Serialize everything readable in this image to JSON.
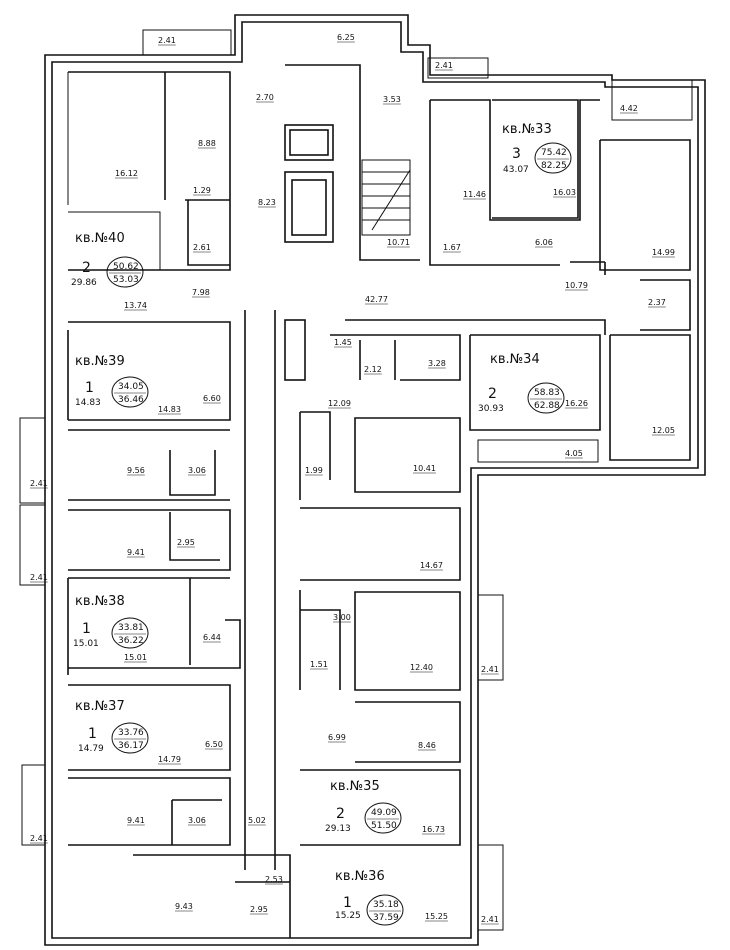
{
  "apartments": [
    {
      "title": "кв.№33",
      "rooms": "3",
      "living": "43.07",
      "total": "75.42",
      "total2": "82.25"
    },
    {
      "title": "кв.№40",
      "rooms": "2",
      "living": "29.86",
      "total": "50.62",
      "total2": "53.03"
    },
    {
      "title": "кв.№39",
      "rooms": "1",
      "living": "14.83",
      "total": "34.05",
      "total2": "36.46"
    },
    {
      "title": "кв.№34",
      "rooms": "2",
      "living": "30.93",
      "total": "58.83",
      "total2": "62.88"
    },
    {
      "title": "кв.№38",
      "rooms": "1",
      "living": "15.01",
      "total": "33.81",
      "total2": "36.22"
    },
    {
      "title": "кв.№37",
      "rooms": "1",
      "living": "14.79",
      "total": "33.76",
      "total2": "36.17"
    },
    {
      "title": "кв.№35",
      "rooms": "2",
      "living": "29.13",
      "total": "49.09",
      "total2": "51.50"
    },
    {
      "title": "кв.№36",
      "rooms": "1",
      "living": "15.25",
      "total": "35.18",
      "total2": "37.59"
    }
  ],
  "areas": [
    "2.41",
    "6.25",
    "2.41",
    "2.70",
    "3.53",
    "4.42",
    "8.88",
    "16.12",
    "1.29",
    "8.23",
    "11.46",
    "16.03",
    "2.61",
    "10.71",
    "1.67",
    "6.06",
    "14.99",
    "13.74",
    "7.98",
    "10.79",
    "42.77",
    "2.37",
    "1.45",
    "2.12",
    "3.28",
    "6.60",
    "14.83",
    "12.09",
    "16.26",
    "12.05",
    "4.05",
    "9.56",
    "3.06",
    "1.99",
    "10.41",
    "2.41",
    "9.41",
    "2.95",
    "14.67",
    "2.41",
    "3.00",
    "6.44",
    "15.01",
    "12.40",
    "1.51",
    "2.41",
    "6.50",
    "14.79",
    "6.99",
    "8.46",
    "9.41",
    "3.06",
    "5.02",
    "16.73",
    "2.41",
    "2.53",
    "9.43",
    "2.95",
    "15.25",
    "2.41"
  ]
}
